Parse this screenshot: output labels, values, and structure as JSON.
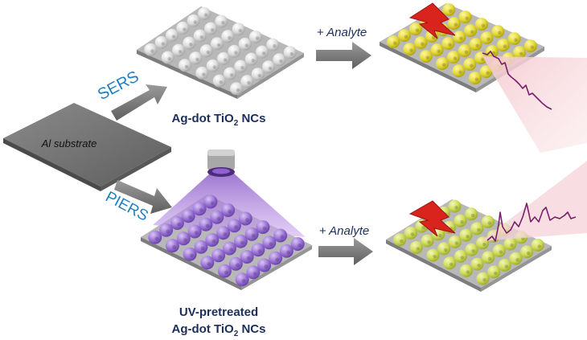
{
  "labels": {
    "substrate": "Al substrate",
    "sers": "SERS",
    "piers": "PIERS",
    "analyte_top": "+ Analyte",
    "analyte_bottom": "+ Analyte",
    "top_caption_main": "Ag-dot TiO",
    "top_caption_sub": "2",
    "top_caption_tail": " NCs",
    "bottom_caption_line1": "UV-pretreated",
    "bottom_caption_main": "Ag-dot TiO",
    "bottom_caption_sub": "2",
    "bottom_caption_tail": " NCs"
  },
  "colors": {
    "route_label": "#1f7fc4",
    "caption": "#1c2e5a",
    "arrow": "#7a7a7a",
    "substrate": "#6e6e6e",
    "sphere_white": "#e6e6e6",
    "sphere_yellow": "#e3d93a",
    "sphere_purple": "#9b73d6",
    "sphere_lime": "#cfdc5a",
    "uv_beam": "#a77ad6",
    "lightning": "#d9231d",
    "spectrum": "#7a1f6b",
    "spectrum_cone": "#f7d6da"
  },
  "icons": [
    "lightning-icon",
    "uv-lamp-icon",
    "arrow-icon"
  ]
}
